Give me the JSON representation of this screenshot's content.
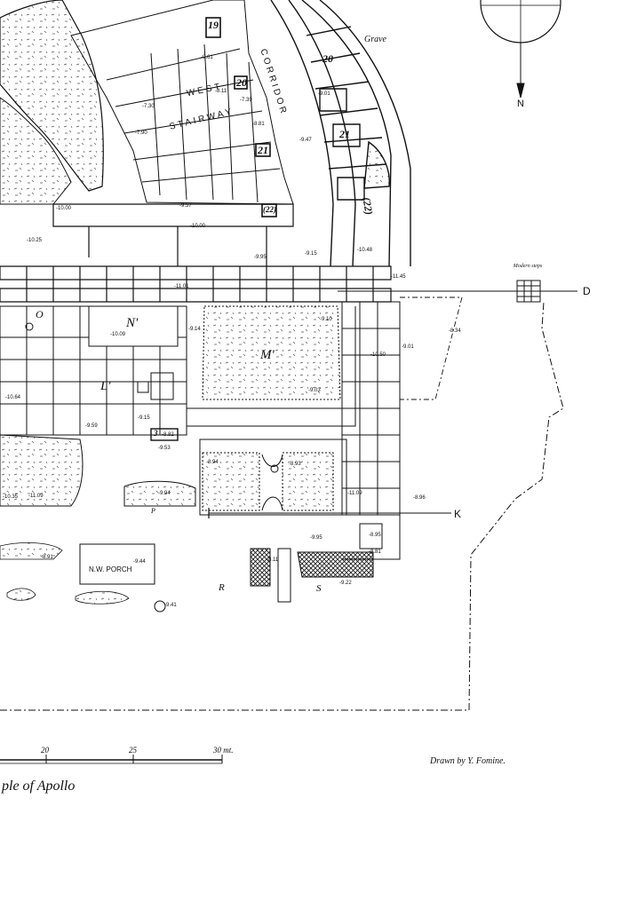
{
  "labels": {
    "west": "WEST",
    "stairway": "STAIRWAY",
    "corridor": "CORRIDOR",
    "grave": "Grave",
    "modern_steps": "Modern steps",
    "nw_porch": "N.W. PORCH",
    "drawn_by": "Drawn by Y. Fomine.",
    "title_fragment": "ple of Apollo",
    "north": "N",
    "section_d": "D",
    "section_k": "K"
  },
  "rooms": {
    "m": "M'",
    "n": "N'",
    "l": "L'",
    "o": "O",
    "r": "R",
    "s": "S",
    "p": "P"
  },
  "numbers": {
    "n19": "19",
    "n20": "20",
    "n20b": "20",
    "n21": "21",
    "n21b": "21",
    "n22": "(22)",
    "n22b": "(22)",
    "n3": "3"
  },
  "elevations": {
    "e1": "-9.61",
    "e2": "-7.30",
    "e3": "-8.11",
    "e4": "-7.39",
    "e5": "-7.90",
    "e6": "-8.81",
    "e7": "-9.01",
    "e8": "-9.47",
    "e9": "-10.00",
    "e10": "-9.57",
    "e11": "-10.00",
    "e12": "-10.25",
    "e13": "-9.95",
    "e14": "-9.15",
    "e15": "-10.48",
    "e16": "-11.45",
    "e17": "-11.01",
    "e18": "-9.10",
    "e19": "-8.34",
    "e20": "-10.09",
    "e21": "-9.14",
    "e22": "-9.01",
    "e23": "-10.50",
    "e24": "-9.03",
    "e25": "-10.64",
    "e26": "-9.59",
    "e27": "-9.15",
    "e28": "-8.82",
    "e29": "-9.53",
    "e30": "-8.94",
    "e31": "-8.93",
    "e32": "-11.09",
    "e33": "-8.96",
    "e34": "-10.35",
    "e35": "-11.09",
    "e36": "-9.94",
    "e37": "-9.95",
    "e38": "-8.95",
    "e39": "-8.91",
    "e40": "-9.44",
    "e41": "-9.41",
    "e42": "-8.11",
    "e43": "-9.22",
    "e44": "-8.81"
  },
  "scale": {
    "t20": "20",
    "t25": "25",
    "t30": "30 mt."
  }
}
